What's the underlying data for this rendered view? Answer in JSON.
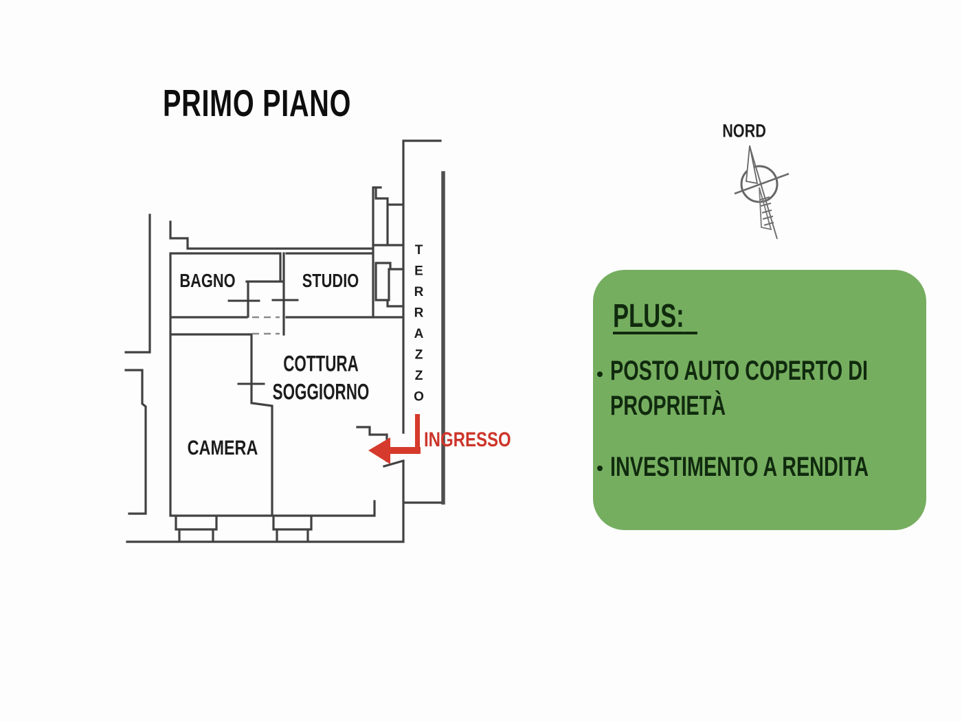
{
  "title": "PRIMO PIANO",
  "compass": {
    "label": "NORD"
  },
  "floorplan": {
    "rooms": {
      "bagno": "BAGNO",
      "studio": "STUDIO",
      "cottura_line1": "COTTURA",
      "cottura_line2": "SOGGIORNO",
      "camera": "CAMERA",
      "terrazzo": "TERRAZZO"
    },
    "entrance_label": "INGRESSO"
  },
  "plus_panel": {
    "heading": "PLUS:",
    "items": [
      "POSTO AUTO COPERTO DI PROPRIETÀ",
      "INVESTIMENTO A RENDITA"
    ]
  },
  "colors": {
    "wall": "#414141",
    "arrow_red": "#d63a2c",
    "entrance_text_red": "#cc352a",
    "panel_green": "#76ae60",
    "panel_text": "#102a0e"
  }
}
